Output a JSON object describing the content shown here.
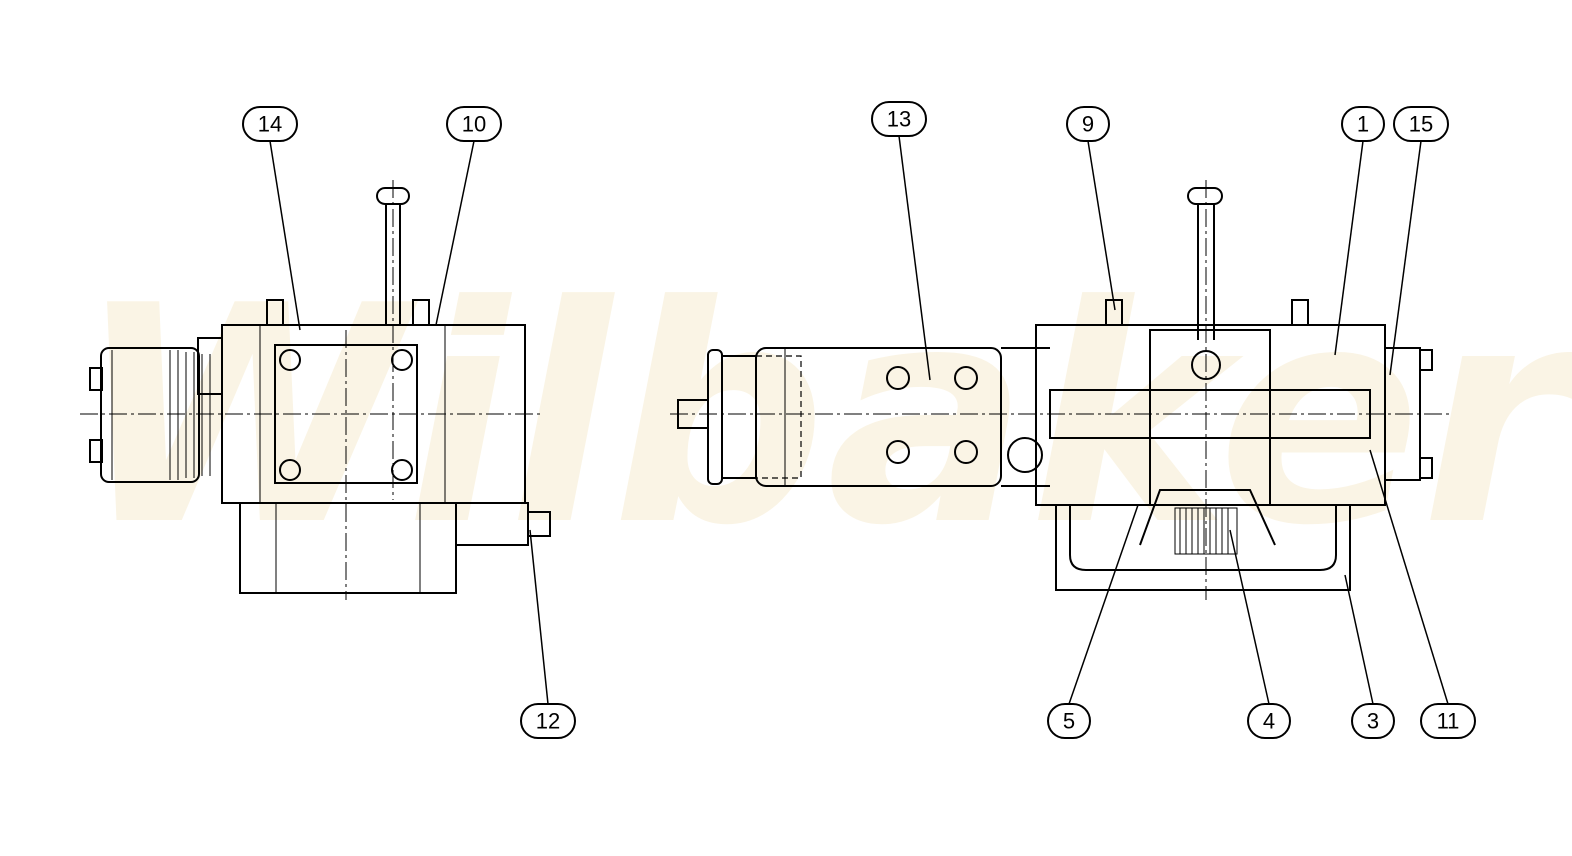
{
  "watermark": "Wilbaker",
  "callouts": [
    {
      "label": "14"
    },
    {
      "label": "10"
    },
    {
      "label": "12"
    },
    {
      "label": "13"
    },
    {
      "label": "9"
    },
    {
      "label": "1"
    },
    {
      "label": "15"
    },
    {
      "label": "5"
    },
    {
      "label": "4"
    },
    {
      "label": "3"
    },
    {
      "label": "11"
    }
  ]
}
